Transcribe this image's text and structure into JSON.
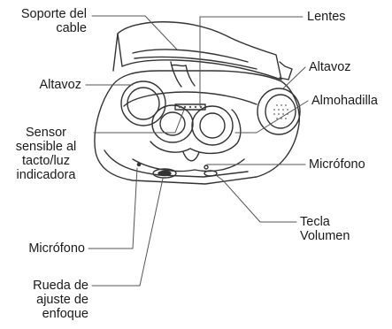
{
  "labels": {
    "cable_holder": [
      "Soporte del",
      "cable"
    ],
    "lenses": [
      "Lentes"
    ],
    "speaker_left": [
      "Altavoz"
    ],
    "speaker_right": [
      "Altavoz"
    ],
    "cushion": [
      "Almohadilla"
    ],
    "touch_sensor": [
      "Sensor",
      "sensible al",
      "tacto/luz",
      "indicadora"
    ],
    "microphone_right": [
      "Micrófono"
    ],
    "volume_key": [
      "Tecla",
      "Volumen"
    ],
    "microphone_left": [
      "Micrófono"
    ],
    "focus_wheel": [
      "Rueda de",
      "ajuste de",
      "enfoque"
    ]
  },
  "colors": {
    "line": "#555555",
    "text": "#1a1a1a",
    "stroke": "#333333"
  }
}
